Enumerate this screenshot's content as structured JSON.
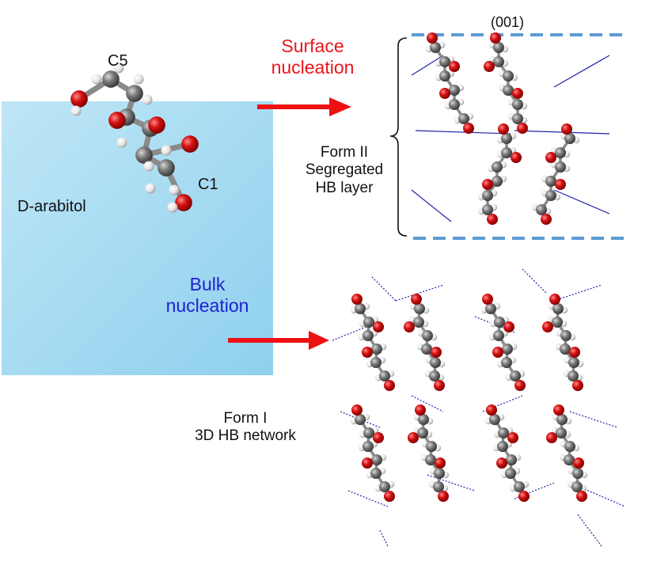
{
  "colors": {
    "surface_text": "#e8161b",
    "bulk_text": "#1f1fd6",
    "arrow": "#ee1111",
    "liquid_top": "#bfe6f6",
    "liquid_bottom": "#8fd0ee",
    "dashed_line": "#5b9bd5",
    "oxygen": "#d21010",
    "carbon": "#707070",
    "hydrogen": "#e8e8e8",
    "hbond": "#2323a8"
  },
  "molecule": {
    "name": "D-arabitol",
    "carbon_top": "C5",
    "carbon_bottom": "C1"
  },
  "surface": {
    "line1": "Surface",
    "line2": "nucleation"
  },
  "bulk": {
    "line1": "Bulk",
    "line2": "nucleation"
  },
  "form2": {
    "plane": "(001)",
    "line1": "Form II",
    "line2": "Segregated",
    "line3": "HB layer"
  },
  "form1": {
    "line1": "Form I",
    "line2": "3D HB network"
  },
  "icons": [
    "red-arrow-icon",
    "bracket-icon",
    "molecule-ball-stick-icon"
  ]
}
